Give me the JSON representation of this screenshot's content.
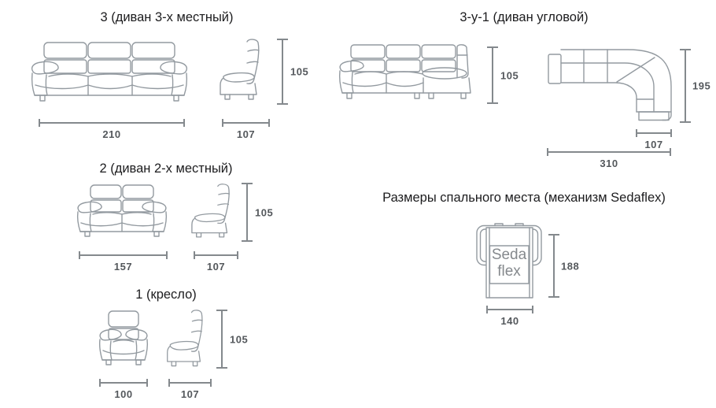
{
  "colors": {
    "background": "#ffffff",
    "drawing_outline": "#939aa0",
    "dimension_line": "#84898d",
    "dimension_text": "#54585c",
    "title_text": "#1c1c1e",
    "mechanism_text": "#85898d"
  },
  "sections": {
    "sofa3": {
      "title": "3 (диван 3-х местный)",
      "dims": {
        "width": "210",
        "depth": "107",
        "height": "105"
      }
    },
    "corner": {
      "title": "3-у-1 (диван угловой)",
      "dims": {
        "height": "105",
        "top_view_length": "195",
        "corner_depth": "107",
        "total_length": "310"
      }
    },
    "sofa2": {
      "title": "2 (диван 2-х местный)",
      "dims": {
        "width": "157",
        "depth": "107",
        "height": "105"
      }
    },
    "sleeping": {
      "title": "Размеры спального места (механизм Sedaflex)",
      "mechanism": {
        "line1": "Seda",
        "line2": "flex"
      },
      "dims": {
        "length": "188",
        "width": "140"
      }
    },
    "armchair": {
      "title": "1 (кресло)",
      "dims": {
        "width": "100",
        "depth": "107",
        "height": "105"
      }
    }
  }
}
